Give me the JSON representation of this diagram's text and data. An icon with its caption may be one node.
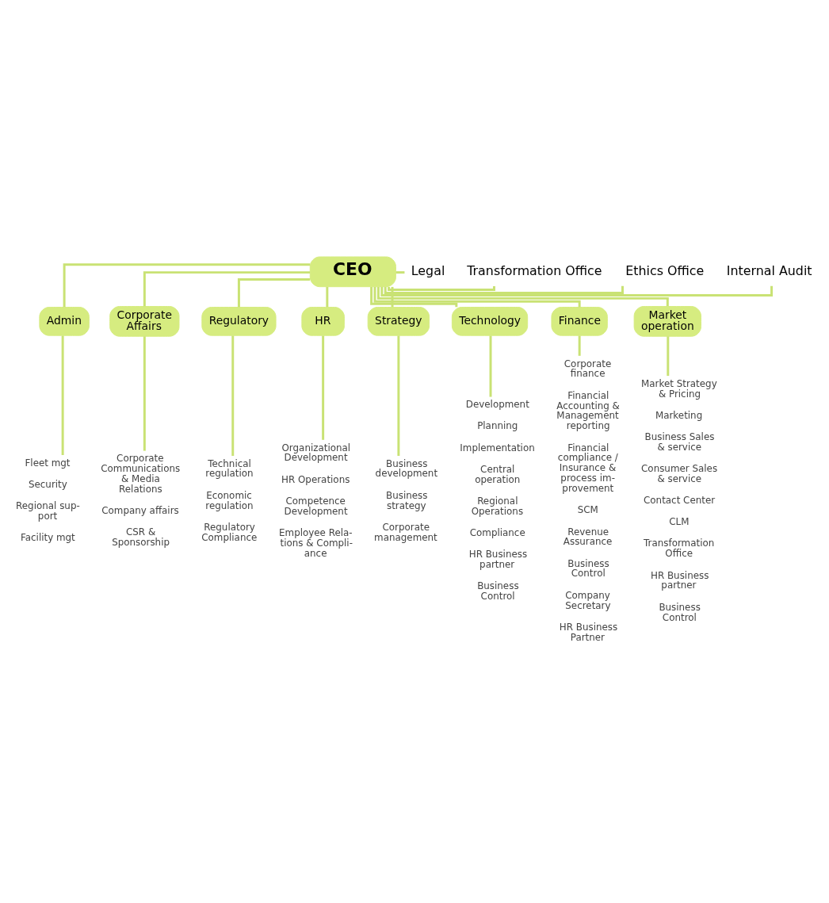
{
  "diagram": {
    "nodes": [
      {
        "text": [
          "CEO"
        ]
      },
      {
        "text": [
          "Legal"
        ]
      },
      {
        "text": [
          "Transformation Office"
        ]
      },
      {
        "text": [
          "Ethics Office"
        ]
      },
      {
        "text": [
          "Internal Audit"
        ]
      },
      {
        "text": [
          "Admin"
        ]
      },
      {
        "text": [
          "Corporate Affairs"
        ]
      },
      {
        "text": [
          "Regulatory"
        ]
      },
      {
        "text": [
          "HR"
        ]
      },
      {
        "text": [
          "Strategy"
        ]
      },
      {
        "text": [
          "Technology"
        ]
      },
      {
        "text": [
          "Finance"
        ]
      },
      {
        "text": [
          "Market operation"
        ]
      },
      {
        "text": [
          "Fleet mgt",
          "Security",
          "Regional sup- port",
          "Facility mgt"
        ]
      },
      {
        "text": [
          "Corporate Communications & Media Relations",
          "Company affairs",
          "CSR & Sponsorship"
        ]
      },
      {
        "text": [
          "Technical regulation",
          "Economic regulation",
          "Regulatory Compliance"
        ]
      },
      {
        "text": [
          "Organizational Development",
          "HR Operations",
          "Competence Development",
          "Employee Rela- tions & Compli- ance"
        ]
      },
      {
        "text": [
          "Business development",
          "Business strategy",
          "Corporate management"
        ]
      },
      {
        "text": [
          "Development",
          "Planning",
          "Implementation",
          "Central operation",
          "Regional Operations",
          "Compliance",
          "HR Business partner",
          "Business Control"
        ]
      },
      {
        "text": [
          "Corporate finance",
          "Financial Accounting & Management reporting",
          "Financial compliance / Insurance & process im- provement",
          "SCM",
          "Revenue Assurance",
          "Business Control",
          "Company Secretary",
          "HR Business Partner"
        ]
      },
      {
        "text": [
          "Market Strategy & Pricing",
          "Marketing",
          "Business Sales & service",
          "Consumer Sales & service",
          "Contact Center",
          "CLM",
          "Transformation Office",
          "HR Business partner",
          "Business Control"
        ]
      }
    ],
    "edges": [
      {
        "from": 0,
        "to": 1,
        "arrow": "none"
      },
      {
        "from": 0,
        "to": 2,
        "arrow": "none"
      },
      {
        "from": 0,
        "to": 3,
        "arrow": "none"
      },
      {
        "from": 0,
        "to": 4,
        "arrow": "none"
      },
      {
        "from": 0,
        "to": 5,
        "arrow": "none"
      },
      {
        "from": 0,
        "to": 6,
        "arrow": "none"
      },
      {
        "from": 0,
        "to": 7,
        "arrow": "none"
      },
      {
        "from": 0,
        "to": 8,
        "arrow": "none"
      },
      {
        "from": 0,
        "to": 9,
        "arrow": "none"
      },
      {
        "from": 0,
        "to": 10,
        "arrow": "none"
      },
      {
        "from": 0,
        "to": 11,
        "arrow": "none"
      },
      {
        "from": 0,
        "to": 12,
        "arrow": "none"
      },
      {
        "from": 5,
        "to": 13,
        "arrow": "none"
      },
      {
        "from": 6,
        "to": 14,
        "arrow": "none"
      },
      {
        "from": 7,
        "to": 15,
        "arrow": "none"
      },
      {
        "from": 8,
        "to": 16,
        "arrow": "none"
      },
      {
        "from": 9,
        "to": 17,
        "arrow": "none"
      },
      {
        "from": 10,
        "to": 18,
        "arrow": "none"
      },
      {
        "from": 11,
        "to": 19,
        "arrow": "none"
      },
      {
        "from": 12,
        "to": 20,
        "arrow": "none"
      }
    ]
  }
}
